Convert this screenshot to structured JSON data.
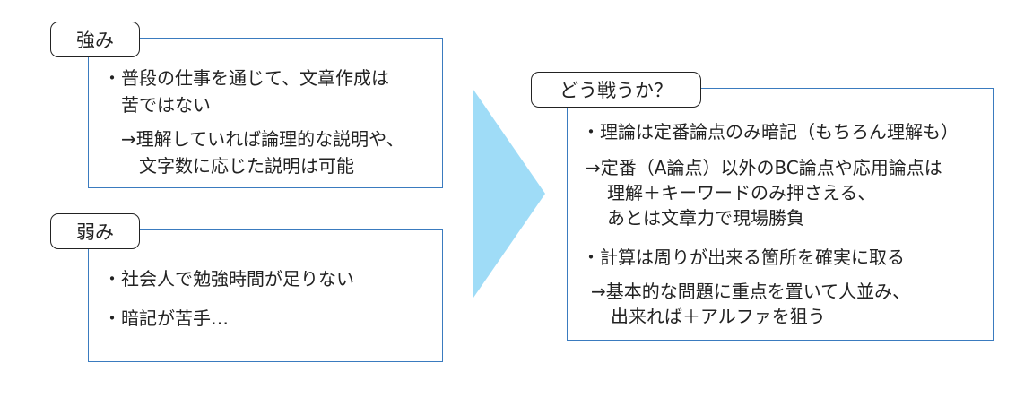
{
  "strengths": {
    "tab": "強み",
    "lines": [
      "・普段の仕事を通じて、文章作成は",
      "苦ではない",
      "→理解していれば論理的な説明や、",
      "文字数に応じた説明は可能"
    ]
  },
  "weaknesses": {
    "tab": "弱み",
    "lines": [
      "・社会人で勉強時間が足りない",
      "・暗記が苦手…"
    ]
  },
  "strategy": {
    "tab": "どう戦うか？",
    "lines": [
      "・理論は定番論点のみ暗記（もちろん理解も）",
      "→定番（A論点）以外のBC論点や応用論点は",
      "理解＋キーワードのみ押さえる、",
      "あとは文章力で現場勝負",
      "・計算は周りが出来る箇所を確実に取る",
      "→基本的な問題に重点を置いて人並み、",
      "出来れば＋アルファを狙う"
    ]
  },
  "colors": {
    "panel_border": "#3a7bbf",
    "arrow_fill": "#9fdcf7"
  }
}
